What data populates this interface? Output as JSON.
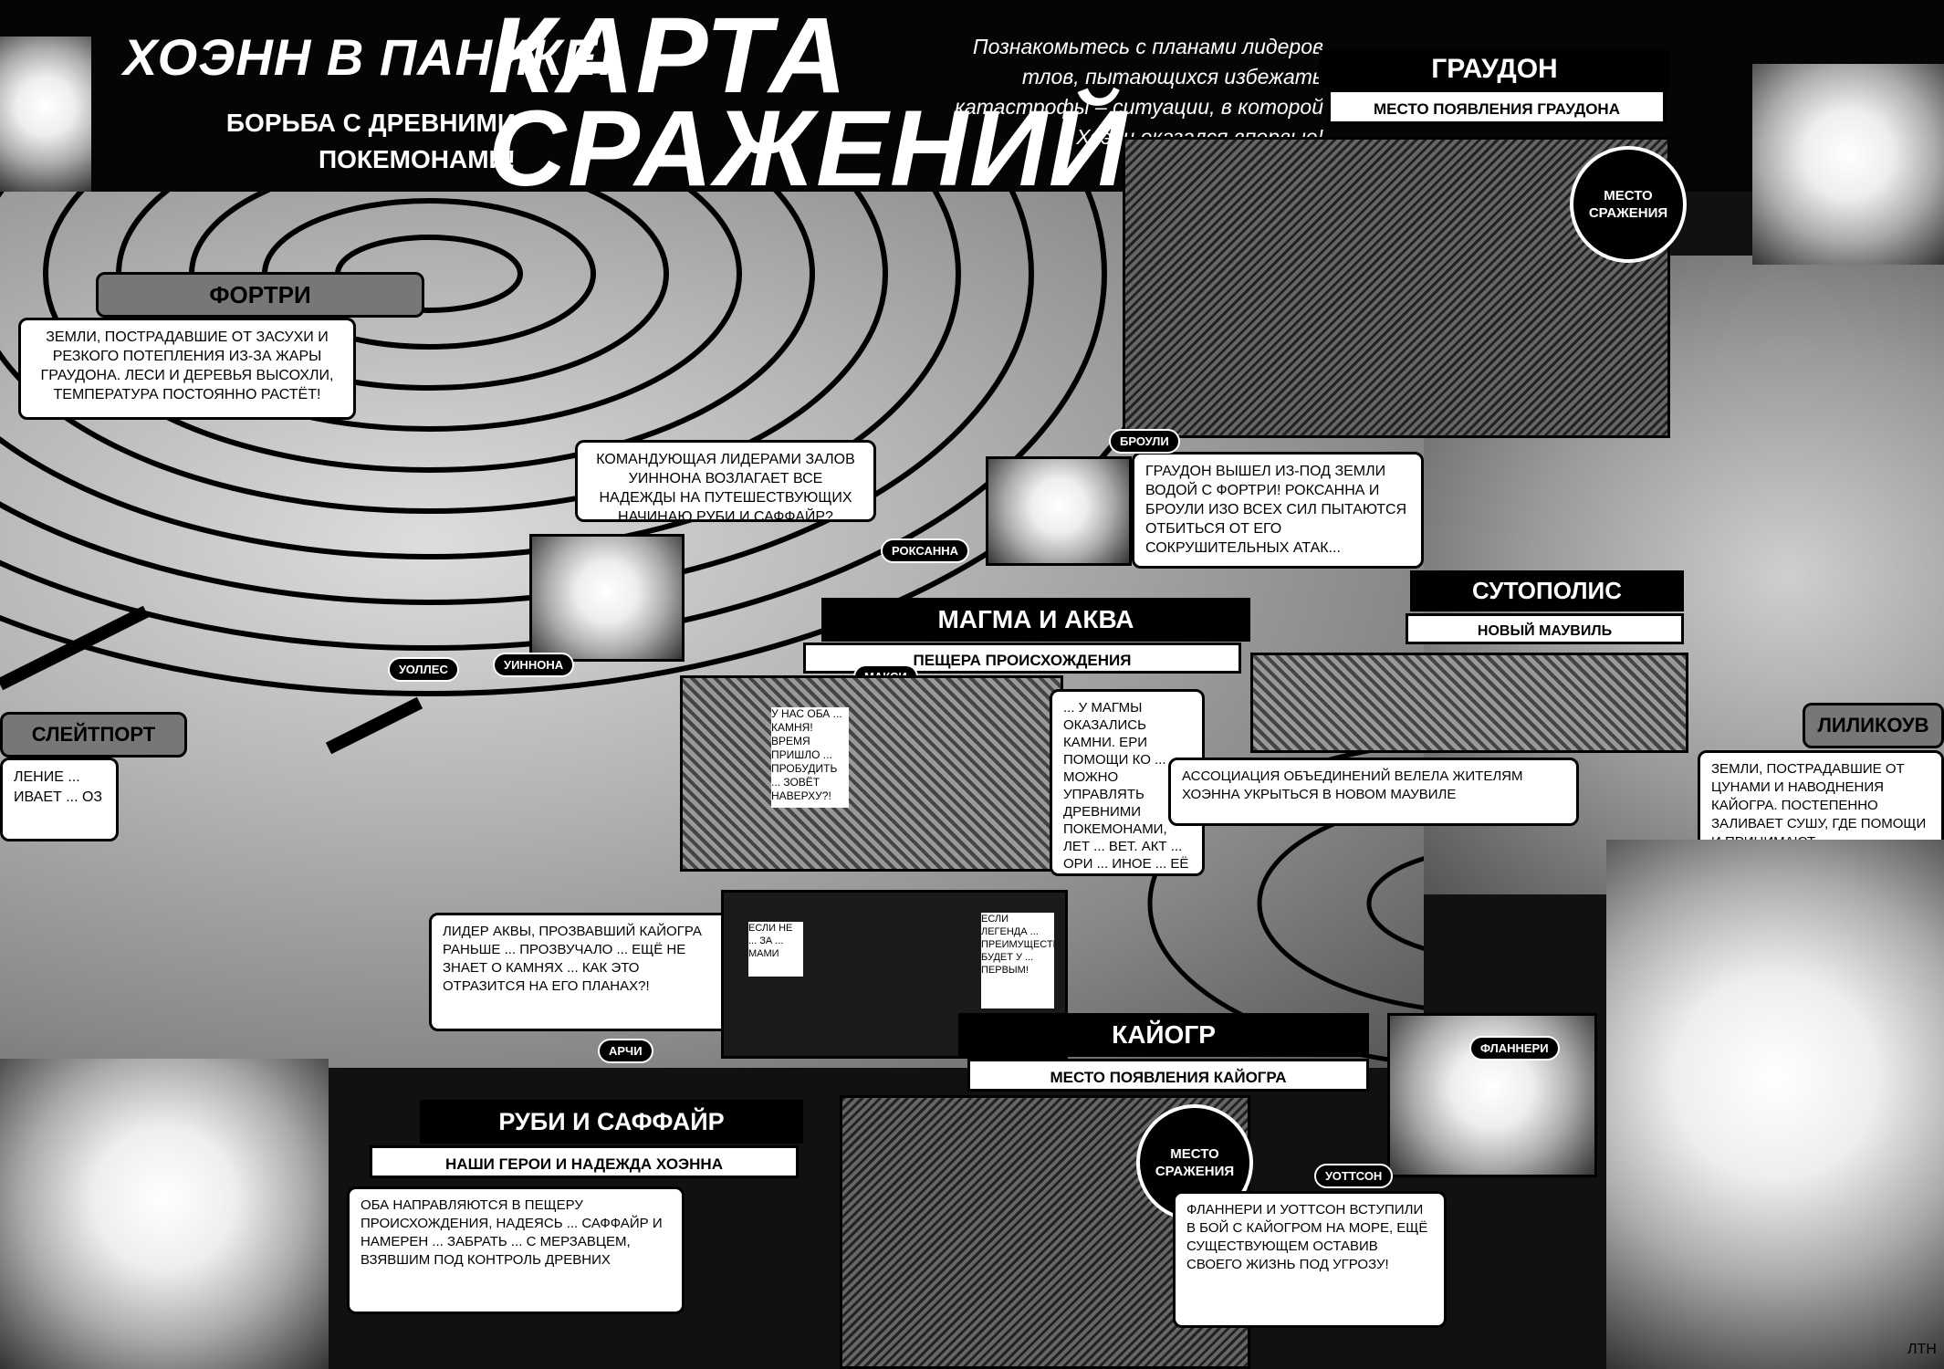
{
  "header": {
    "title_line1": "ХОЭНН В ПАНИКЕ!",
    "title_line2": "БОРЬБА С ДРЕВНИМИ ПОКЕМОНАМИ!",
    "title_big": "КАРТА СРАЖЕНИЙ",
    "intro": "Познакомьтесь с планами лидеров тлов, пытающихся избежать катастрофы – ситуации, в которой Хоэнн оказался впервые!"
  },
  "fortree": {
    "name": "ФОРТРИ",
    "text": "ЗЕМЛИ, ПОСТРАДАВШИЕ ОТ ЗАСУХИ И РЕЗКОГО ПОТЕПЛЕНИЯ ИЗ-ЗА ЖАРЫ ГРАУДОНА. ЛЕСИ И ДЕРЕВЬЯ ВЫСОХЛИ, ТЕМПЕРАТУРА ПОСТОЯННО РАСТЁТ!"
  },
  "center_text": "КОМАНДУЮЩАЯ ЛИДЕРАМИ ЗАЛОВ УИННОНА ВОЗЛАГАЕТ ВСЕ НАДЕЖДЫ НА ПУТЕШЕСТВУЮЩИХ НАЧИНАЮ РУБИ И САФФАЙР?",
  "slateport": {
    "name": "СЛЕЙТПОРТ",
    "text": "ЛЕНИЕ ... ИВАЕТ ... ОЗ"
  },
  "groudon": {
    "name": "ГРАУДОН",
    "subtitle": "МЕСТО ПОЯВЛЕНИЯ ГРАУДОНА",
    "seal": "МЕСТО СРАЖЕНИЯ",
    "text": "ГРАУДОН ВЫШЕЛ ИЗ-ПОД ЗЕМЛИ ВОДОЙ С ФОРТРИ! РОКСАННА И БРОУЛИ ИЗО ВСЕХ СИЛ ПЫТАЮТСЯ ОТБИТЬСЯ ОТ ЕГО СОКРУШИТЕЛЬНЫХ АТАК..."
  },
  "tags": {
    "brawly": "БРОУЛИ",
    "roxanne": "РОКСАННА",
    "wallace": "УОЛЛЕС",
    "winona": "УИННОНА",
    "maxie": "МАКСИ",
    "archie": "АРЧИ",
    "flannery": "ФЛАННЕРИ",
    "wattson": "УОТТСОН"
  },
  "magma_aqua": {
    "name": "МАГМА И АКВА",
    "subtitle": "ПЕЩЕРА ПРОИСХОЖДЕНИЯ",
    "maxie_text": "... У МАГМЫ ОКАЗАЛИСЬ КАМНИ. ЕРИ ПОМОЩИ КО ... МОЖНО УПРАВЛЯТЬ ДРЕВНИМИ ПОКЕМОНАМИ, ЛЕТ ... ВЕТ. АКТ ... ОРИ ... ИНОЕ ... ЕЁ",
    "archie_text": "ЛИДЕР АКВЫ, ПРОЗВАВШИЙ КАЙОГРА РАНЬШЕ ... ПРОЗВУЧАЛО ... ЕЩЁ НЕ ЗНАЕТ О КАМНЯХ ... КАК ЭТО ОТРАЗИТСЯ НА ЕГО ПЛАНАХ?!",
    "bubble1": "У НАС ОБА ... КАМНЯ! ВРЕМЯ ПРИШЛО ... ПРОБУДИТЬ ... ЗОВЁТ НАВЕРХУ?!",
    "bubble2": "ЕСЛИ НЕ ... ЗА ... МАМИ",
    "bubble3": "ЕСЛИ ЛЕГЕНДА ... ПРЕИМУЩЕСТВО БУДЕТ У ... ПЕРВЫМ!"
  },
  "sootopolis": {
    "name": "СУТОПОЛИС",
    "subtitle": "НОВЫЙ МАУВИЛЬ",
    "text": "АССОЦИАЦИЯ ОБЪЕДИНЕНИЙ ВЕЛЕЛА ЖИТЕЛЯМ ХОЭННА УКРЫТЬСЯ В НОВОМ МАУВИЛЕ"
  },
  "lilycove": {
    "name": "ЛИЛИКОУВ",
    "text": "ЗЕМЛИ, ПОСТРАДАВШИЕ ОТ ЦУНАМИ И НАВОДНЕНИЯ КАЙОГРА. ПОСТЕПЕННО ЗАЛИВАЕТ СУШУ, ГДЕ ПОМОЩИ И ПРИНИМАЮТ"
  },
  "kyogre": {
    "name": "КАЙОГР",
    "subtitle": "МЕСТО ПОЯВЛЕНИЯ КАЙОГРА",
    "seal": "МЕСТО СРАЖЕНИЯ",
    "text": "ФЛАННЕРИ И УОТТСОН ВСТУПИЛИ В БОЙ С КАЙОГРОМ НА МОРЕ, ЕЩЁ СУЩЕСТВУЮЩЕМ ОСТАВИВ СВОЕГО ЖИЗНЬ ПОД УГРОЗУ!"
  },
  "ruby_sapphire": {
    "name": "РУБИ И САФФАЙР",
    "subtitle": "НАШИ ГЕРОИ И НАДЕЖДА ХОЭННА",
    "text": "ОБА НАПРАВЛЯЮТСЯ В ПЕЩЕРУ ПРОИСХОЖДЕНИЯ, НАДЕЯСЬ ... САФФАЙР И НАМЕРЕН ... ЗАБРАТЬ ... С МЕРЗАВЦЕМ, ВЗЯВШИМ ПОД КОНТРОЛЬ ДРЕВНИХ"
  },
  "page_mark": "ЛТН",
  "colors": {
    "bg": "#000000",
    "paper": "#ffffff",
    "mid": "#888888"
  }
}
